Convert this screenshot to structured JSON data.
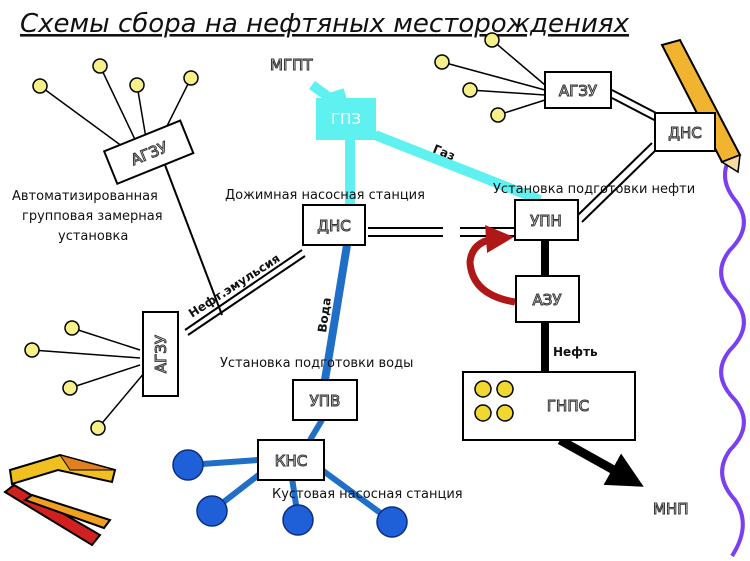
{
  "title": "Схемы сбора на нефтяных месторождениях",
  "nodes": {
    "agzu_top": "АГЗУ",
    "agzu_left": "АГЗУ",
    "agzu_right": "АГЗУ",
    "dns_center": "ДНС",
    "dns_right": "ДНС",
    "gpz": "ГПЗ",
    "upn": "УПН",
    "azu": "АЗУ",
    "upv": "УПВ",
    "kns": "КНС",
    "gnps": "ГНПС",
    "mgpt": "МГПТ",
    "mnp": "МНП"
  },
  "labels": {
    "agzu_desc_1": "Автоматизированная",
    "agzu_desc_2": "групповая замерная",
    "agzu_desc_3": "установка",
    "dns_desc": "Дожимная насосная станция",
    "upn_desc": "Установка подготовки нефти",
    "upv_desc": "Установка подготовки воды",
    "kns_desc": "Кустовая насосная станция",
    "gas": "Газ",
    "water": "Вода",
    "oil": "Нефть",
    "emulsion": "Нефт.эмульсия"
  },
  "colors": {
    "gas_line": "#5ff0f0",
    "water_line": "#1f6fc8",
    "oil_line": "#000000",
    "well_yellow": "#f5f08a",
    "well_blue": "#1f5fd8",
    "wavy_border": "#7a3ff0",
    "recycle_arrow": "#b01818"
  }
}
